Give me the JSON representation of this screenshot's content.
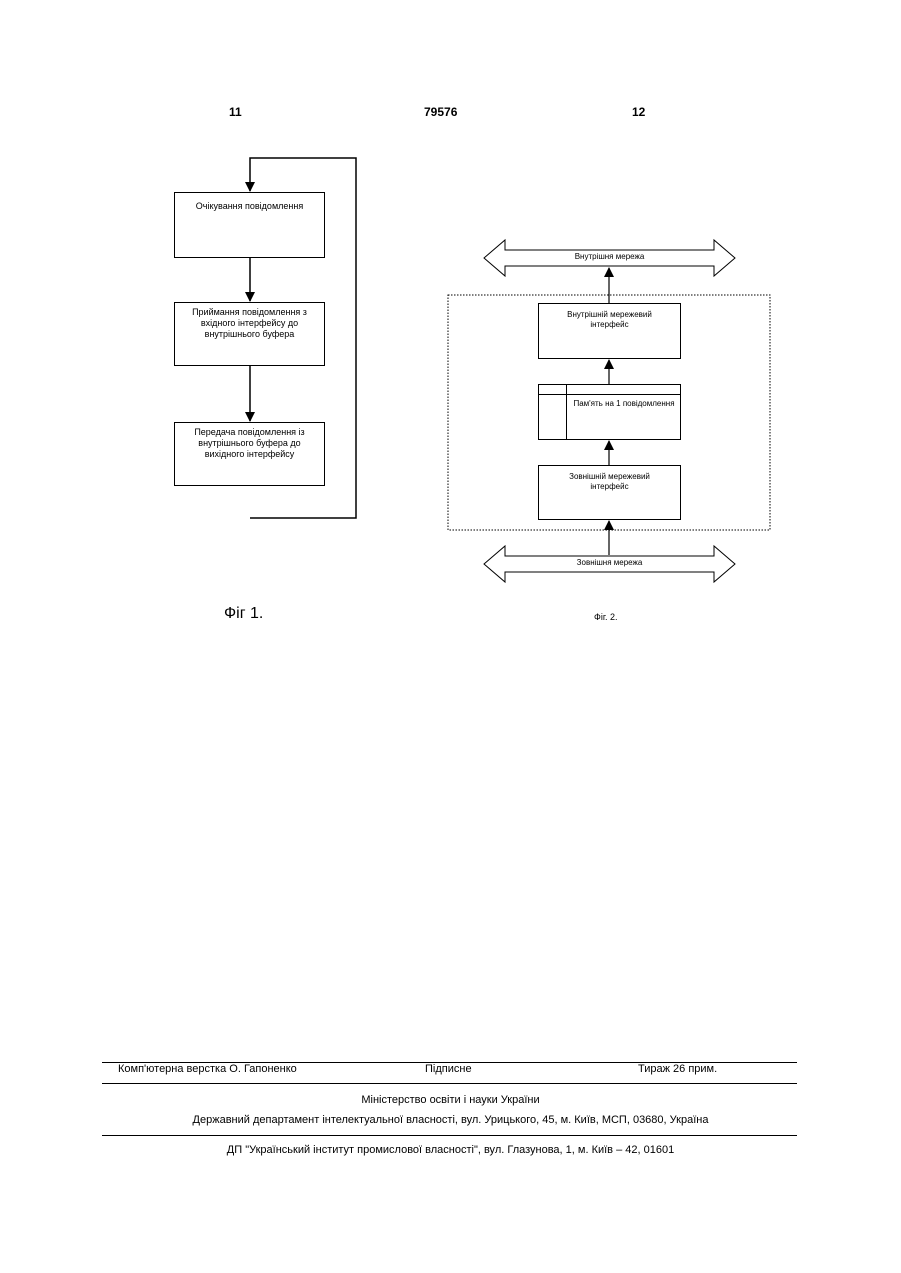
{
  "header": {
    "page_left": "11",
    "patent_no": "79576",
    "page_right": "12"
  },
  "fig1": {
    "steps": [
      "Очікування повідомлення",
      "Приймання повідомлення з вхідного інтерфейсу до внутрішнього буфера",
      "Передача повідомлення із внутрішнього буфера до вихідного інтерфейсу"
    ],
    "caption": "Фіг 1."
  },
  "fig2": {
    "internal_network": "Внутрішня мережа",
    "internal_interface": "Внутрішній мережевий інтерфейс",
    "memory": "Пам'ять на 1 повідомлення",
    "external_interface": "Зовнішній мережевий інтерфейс",
    "external_network": "Зовнішня мережа",
    "caption": "Фіг. 2."
  },
  "footer": {
    "layout": "Комп'ютерна верстка О. Гапоненко",
    "signed": "Підписне",
    "circulation": "Тираж 26 прим.",
    "ministry": "Міністерство освіти і науки України",
    "department": "Державний департамент інтелектуальної власності, вул. Урицького, 45, м. Київ, МСП, 03680, Україна",
    "institute": "ДП \"Український інститут промислової власності\", вул. Глазунова, 1, м. Київ – 42, 01601"
  }
}
